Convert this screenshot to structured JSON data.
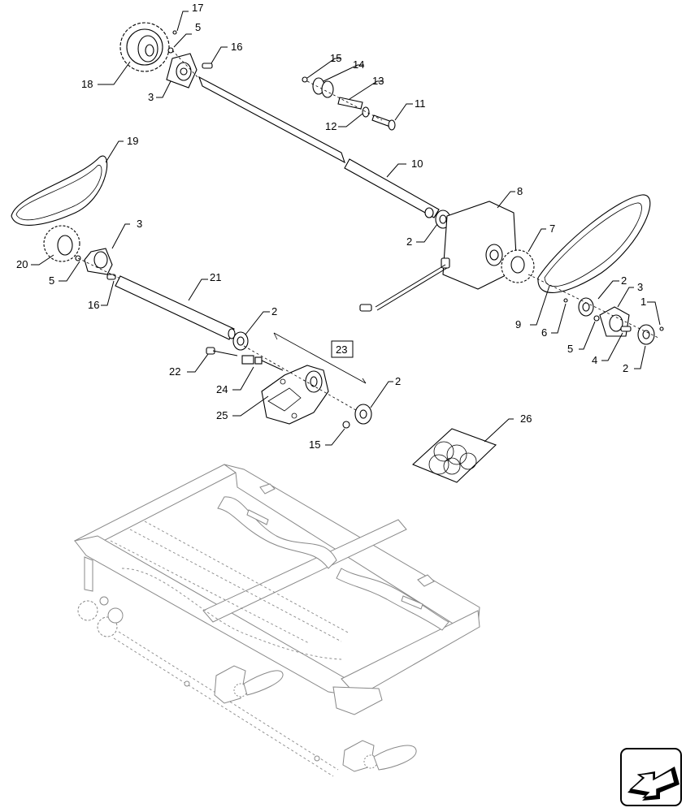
{
  "callouts": {
    "c1": "1",
    "c2a": "2",
    "c2b": "2",
    "c2c": "2",
    "c2d": "2",
    "c2e": "2",
    "c3a": "3",
    "c3b": "3",
    "c3c": "3",
    "c4": "4",
    "c5a": "5",
    "c5b": "5",
    "c5c": "5",
    "c6": "6",
    "c7": "7",
    "c8": "8",
    "c9": "9",
    "c10": "10",
    "c11": "11",
    "c12": "12",
    "c13": "13",
    "c14": "14",
    "c15a": "15",
    "c15b": "15",
    "c16a": "16",
    "c16b": "16",
    "c17": "17",
    "c18": "18",
    "c19": "19",
    "c20": "20",
    "c21": "21",
    "c22": "22",
    "c23": "23",
    "c24": "24",
    "c25": "25",
    "c26": "26"
  },
  "nav_icon": "arrow-icon"
}
